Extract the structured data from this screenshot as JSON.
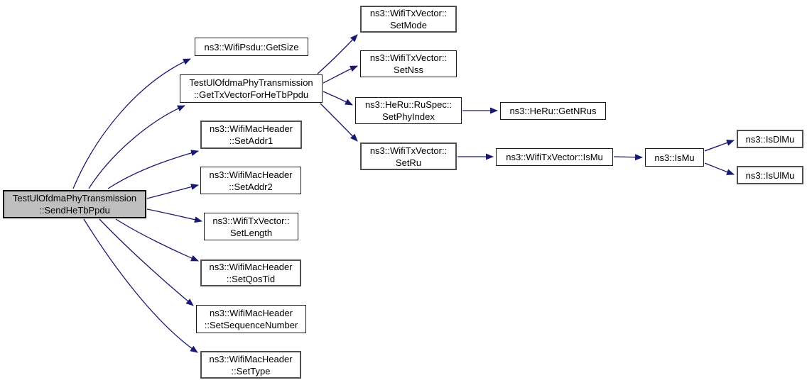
{
  "diagram": {
    "kind": "call-graph",
    "colors": {
      "edge": "#191970",
      "root_fill": "#bfbfbf",
      "node_fill": "#ffffff",
      "node_border": "#000000",
      "text": "#000000"
    },
    "nodes": {
      "send_he_tb_ppdu": {
        "lines": [
          "TestUlOfdmaPhyTransmission",
          "::SendHeTbPpdu"
        ]
      },
      "get_size": {
        "lines": [
          "ns3::WifiPsdu::GetSize"
        ]
      },
      "get_tx_vector_for_he_tb_ppdu": {
        "lines": [
          "TestUlOfdmaPhyTransmission",
          "::GetTxVectorForHeTbPpdu"
        ]
      },
      "set_mode": {
        "lines": [
          "ns3::WifiTxVector::",
          "SetMode"
        ]
      },
      "set_nss": {
        "lines": [
          "ns3::WifiTxVector::",
          "SetNss"
        ]
      },
      "set_phy_index": {
        "lines": [
          "ns3::HeRu::RuSpec::",
          "SetPhyIndex"
        ]
      },
      "get_n_rus": {
        "lines": [
          "ns3::HeRu::GetNRus"
        ]
      },
      "set_ru": {
        "lines": [
          "ns3::WifiTxVector::",
          "SetRu"
        ]
      },
      "wifi_tx_vector_is_mu": {
        "lines": [
          "ns3::WifiTxVector::IsMu"
        ]
      },
      "is_mu": {
        "lines": [
          "ns3::IsMu"
        ]
      },
      "is_dl_mu": {
        "lines": [
          "ns3::IsDlMu"
        ]
      },
      "is_ul_mu": {
        "lines": [
          "ns3::IsUlMu"
        ]
      },
      "set_addr1": {
        "lines": [
          "ns3::WifiMacHeader",
          "::SetAddr1"
        ]
      },
      "set_addr2": {
        "lines": [
          "ns3::WifiMacHeader",
          "::SetAddr2"
        ]
      },
      "set_length": {
        "lines": [
          "ns3::WifiTxVector::",
          "SetLength"
        ]
      },
      "set_qos_tid": {
        "lines": [
          "ns3::WifiMacHeader",
          "::SetQosTid"
        ]
      },
      "set_sequence_number": {
        "lines": [
          "ns3::WifiMacHeader",
          "::SetSequenceNumber"
        ]
      },
      "set_type": {
        "lines": [
          "ns3::WifiMacHeader",
          "::SetType"
        ]
      }
    },
    "edges": [
      {
        "from": "send_he_tb_ppdu",
        "to": "get_size"
      },
      {
        "from": "send_he_tb_ppdu",
        "to": "get_tx_vector_for_he_tb_ppdu"
      },
      {
        "from": "send_he_tb_ppdu",
        "to": "set_addr1"
      },
      {
        "from": "send_he_tb_ppdu",
        "to": "set_addr2"
      },
      {
        "from": "send_he_tb_ppdu",
        "to": "set_length"
      },
      {
        "from": "send_he_tb_ppdu",
        "to": "set_qos_tid"
      },
      {
        "from": "send_he_tb_ppdu",
        "to": "set_sequence_number"
      },
      {
        "from": "send_he_tb_ppdu",
        "to": "set_type"
      },
      {
        "from": "get_tx_vector_for_he_tb_ppdu",
        "to": "set_mode"
      },
      {
        "from": "get_tx_vector_for_he_tb_ppdu",
        "to": "set_nss"
      },
      {
        "from": "get_tx_vector_for_he_tb_ppdu",
        "to": "set_phy_index"
      },
      {
        "from": "get_tx_vector_for_he_tb_ppdu",
        "to": "set_ru"
      },
      {
        "from": "set_phy_index",
        "to": "get_n_rus"
      },
      {
        "from": "set_ru",
        "to": "wifi_tx_vector_is_mu"
      },
      {
        "from": "wifi_tx_vector_is_mu",
        "to": "is_mu"
      },
      {
        "from": "is_mu",
        "to": "is_dl_mu"
      },
      {
        "from": "is_mu",
        "to": "is_ul_mu"
      }
    ]
  }
}
